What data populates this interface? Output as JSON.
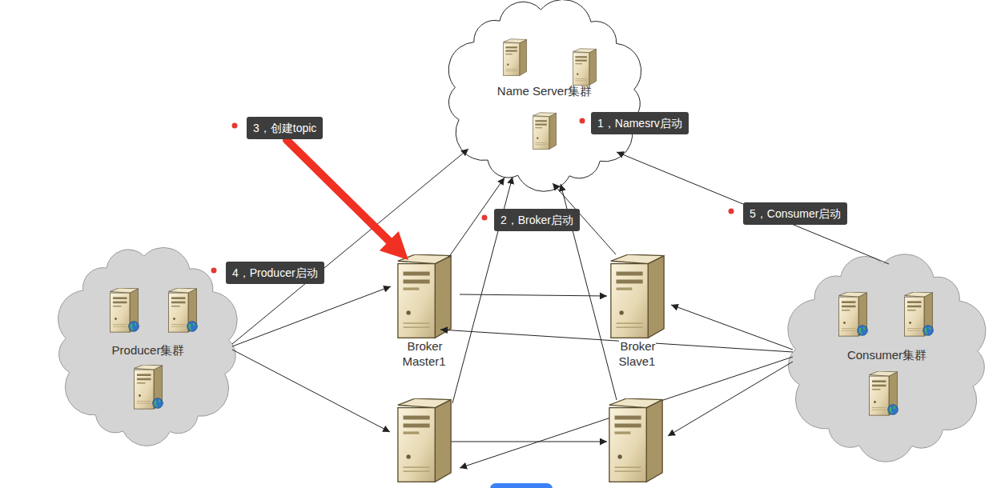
{
  "diagram": {
    "nodes": [
      {
        "text": [
          "Name Server集群"
        ]
      },
      {
        "text": [
          "3，创建topic"
        ]
      },
      {
        "text": [
          "1，Namesrv启动"
        ]
      },
      {
        "text": [
          "2，Broker启动"
        ]
      },
      {
        "text": [
          "5，Consumer启动"
        ]
      },
      {
        "text": [
          "4，Producer启动"
        ]
      },
      {
        "text": [
          "Producer集群"
        ]
      },
      {
        "text": [
          "Broker Master1"
        ]
      },
      {
        "text": [
          "Broker Slave1"
        ]
      },
      {
        "text": [
          "Consumer集群"
        ]
      }
    ],
    "edges": [
      {
        "from": 6,
        "to": 0,
        "arrow": "to"
      },
      {
        "from": 6,
        "to": 7,
        "arrow": "to"
      },
      {
        "from": 7,
        "to": 0,
        "arrow": "to"
      },
      {
        "from": 8,
        "to": 0,
        "arrow": "to"
      },
      {
        "from": 7,
        "to": 8,
        "arrow": "to"
      },
      {
        "from": 9,
        "to": 0,
        "arrow": "to"
      },
      {
        "from": 9,
        "to": 8,
        "arrow": "to"
      },
      {
        "from": 9,
        "to": 7,
        "arrow": "to"
      },
      {
        "from": 1,
        "to": 7,
        "arrow": "to"
      }
    ]
  }
}
